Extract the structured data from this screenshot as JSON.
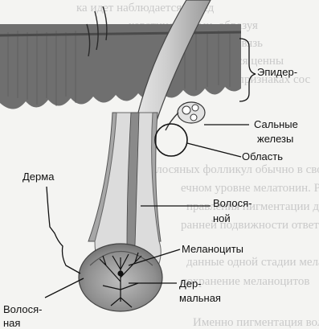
{
  "labels": {
    "epidermis": "Эпидер-",
    "sebaceous_line1": "Сальные",
    "sebaceous_line2": "железы",
    "region": "Область",
    "derma": "Дерма",
    "hair_line1": "Волося-",
    "hair_line2": "ной",
    "melanocytes": "Меланоциты",
    "dermal_line1": "Дер-",
    "dermal_line2": "мальная",
    "follicle_line1": "Волося-",
    "follicle_line2": "ная"
  },
  "background_text": [
    "ка идет наблюдается перед",
    "кератиноцитами, образуя",
    "пигментной, связь",
    "воспринимаются ценны",
    "в отличие признаках сос",
    "волосяных фолликул обычно в свое",
    "ечном уровне мелатонин. Р",
    "правления пигментации дорог",
    "ранней подвижности ответа",
    "данные одной стадии меланин",
    "сохранение меланоцитов",
    "Именно пигментация волос"
  ]
}
